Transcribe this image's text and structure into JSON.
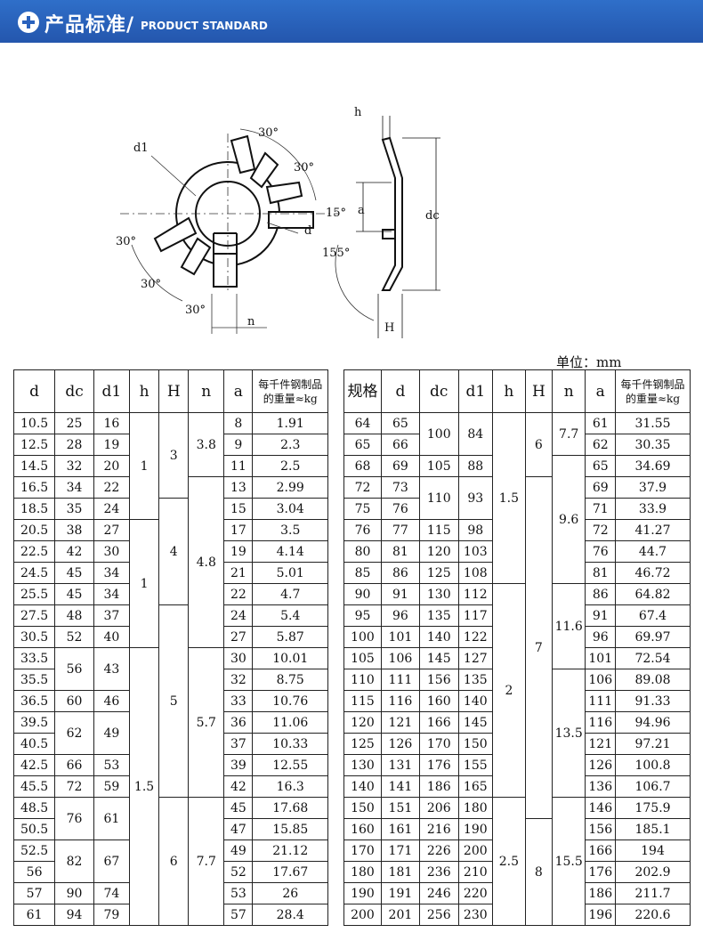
{
  "header": {
    "title_cn": "产品标准/",
    "title_en": "PRODUCT STANDARD"
  },
  "drawing": {
    "labels": {
      "d1": "d1",
      "d": "d",
      "a30_top": "30°",
      "a30_right": "30°",
      "a15": "15°",
      "a30_left": "30°",
      "a30_bottom_left": "30°",
      "a30_bottom": "30°",
      "n": "n",
      "h": "h",
      "a": "a",
      "dc": "dc",
      "a155": "155°",
      "H": "H"
    }
  },
  "unit_label": "单位：mm",
  "left_table": {
    "headers": [
      "d",
      "dc",
      "d1",
      "h",
      "H",
      "n",
      "a",
      "每千件钢制品\n的重量≈kg"
    ],
    "d": [
      "10.5",
      "12.5",
      "14.5",
      "16.5",
      "18.5",
      "20.5",
      "22.5",
      "24.5",
      "25.5",
      "27.5",
      "30.5",
      "33.5",
      "35.5",
      "36.5",
      "39.5",
      "40.5",
      "42.5",
      "45.5",
      "48.5",
      "50.5",
      "52.5",
      "56",
      "57",
      "61"
    ],
    "a": [
      "8",
      "9",
      "11",
      "13",
      "15",
      "17",
      "19",
      "21",
      "22",
      "24",
      "27",
      "30",
      "32",
      "33",
      "36",
      "37",
      "39",
      "42",
      "45",
      "47",
      "49",
      "52",
      "53",
      "57"
    ],
    "weight": [
      "1.91",
      "2.3",
      "2.5",
      "2.99",
      "3.04",
      "3.5",
      "4.14",
      "5.01",
      "4.7",
      "5.4",
      "5.87",
      "10.01",
      "8.75",
      "10.76",
      "11.06",
      "10.33",
      "12.55",
      "16.3",
      "17.68",
      "15.85",
      "21.12",
      "17.67",
      "26",
      "28.4"
    ],
    "dc_groups": [
      [
        "25",
        1
      ],
      [
        "28",
        1
      ],
      [
        "32",
        1
      ],
      [
        "34",
        1
      ],
      [
        "35",
        1
      ],
      [
        "38",
        1
      ],
      [
        "42",
        1
      ],
      [
        "45",
        1
      ],
      [
        "45",
        1
      ],
      [
        "48",
        1
      ],
      [
        "52",
        1
      ],
      [
        "56",
        2
      ],
      [
        "60",
        1
      ],
      [
        "62",
        2
      ],
      [
        "66",
        1
      ],
      [
        "72",
        1
      ],
      [
        "76",
        2
      ],
      [
        "82",
        2
      ],
      [
        "90",
        1
      ],
      [
        "94",
        1
      ]
    ],
    "d1_groups": [
      [
        "16",
        1
      ],
      [
        "19",
        1
      ],
      [
        "20",
        1
      ],
      [
        "22",
        1
      ],
      [
        "24",
        1
      ],
      [
        "27",
        1
      ],
      [
        "30",
        1
      ],
      [
        "34",
        1
      ],
      [
        "34",
        1
      ],
      [
        "37",
        1
      ],
      [
        "40",
        1
      ],
      [
        "43",
        2
      ],
      [
        "46",
        1
      ],
      [
        "49",
        2
      ],
      [
        "53",
        1
      ],
      [
        "59",
        1
      ],
      [
        "61",
        2
      ],
      [
        "67",
        2
      ],
      [
        "74",
        1
      ],
      [
        "79",
        1
      ]
    ],
    "h_groups": [
      [
        "1",
        5
      ],
      [
        "1",
        6
      ],
      [
        "1.5",
        13
      ]
    ],
    "H_groups": [
      [
        "3",
        4
      ],
      [
        "4",
        5
      ],
      [
        "5",
        9
      ],
      [
        "6",
        6
      ]
    ],
    "n_groups": [
      [
        "3.8",
        3
      ],
      [
        "4.8",
        8
      ],
      [
        "5.7",
        7
      ],
      [
        "7.7",
        6
      ]
    ]
  },
  "right_table": {
    "headers": [
      "规格",
      "d",
      "dc",
      "d1",
      "h",
      "H",
      "n",
      "a",
      "每千件钢制品\n的重量≈kg"
    ],
    "spec": [
      "64",
      "65",
      "68",
      "72",
      "75",
      "76",
      "80",
      "85",
      "90",
      "95",
      "100",
      "105",
      "110",
      "115",
      "120",
      "125",
      "130",
      "140",
      "150",
      "160",
      "170",
      "180",
      "190",
      "200"
    ],
    "d": [
      "65",
      "66",
      "69",
      "73",
      "76",
      "77",
      "81",
      "86",
      "91",
      "96",
      "101",
      "106",
      "111",
      "116",
      "121",
      "126",
      "131",
      "141",
      "151",
      "161",
      "171",
      "181",
      "191",
      "201"
    ],
    "a": [
      "61",
      "62",
      "65",
      "69",
      "71",
      "72",
      "76",
      "81",
      "86",
      "91",
      "96",
      "101",
      "106",
      "111",
      "116",
      "121",
      "126",
      "136",
      "146",
      "156",
      "166",
      "176",
      "186",
      "196"
    ],
    "weight": [
      "31.55",
      "30.35",
      "34.69",
      "37.9",
      "33.9",
      "41.27",
      "44.7",
      "46.72",
      "64.82",
      "67.4",
      "69.97",
      "72.54",
      "89.08",
      "91.33",
      "94.96",
      "97.21",
      "100.8",
      "106.7",
      "175.9",
      "185.1",
      "194",
      "202.9",
      "211.7",
      "220.6"
    ],
    "dc_groups": [
      [
        "100",
        2
      ],
      [
        "105",
        1
      ],
      [
        "110",
        2
      ],
      [
        "115",
        1
      ],
      [
        "120",
        1
      ],
      [
        "125",
        1
      ],
      [
        "130",
        1
      ],
      [
        "135",
        1
      ],
      [
        "140",
        1
      ],
      [
        "145",
        1
      ],
      [
        "156",
        1
      ],
      [
        "160",
        1
      ],
      [
        "166",
        1
      ],
      [
        "170",
        1
      ],
      [
        "176",
        1
      ],
      [
        "186",
        1
      ],
      [
        "206",
        1
      ],
      [
        "216",
        1
      ],
      [
        "226",
        1
      ],
      [
        "236",
        1
      ],
      [
        "246",
        1
      ],
      [
        "256",
        1
      ]
    ],
    "d1_groups": [
      [
        "84",
        2
      ],
      [
        "88",
        1
      ],
      [
        "93",
        2
      ],
      [
        "98",
        1
      ],
      [
        "103",
        1
      ],
      [
        "108",
        1
      ],
      [
        "112",
        1
      ],
      [
        "117",
        1
      ],
      [
        "122",
        1
      ],
      [
        "127",
        1
      ],
      [
        "135",
        1
      ],
      [
        "140",
        1
      ],
      [
        "145",
        1
      ],
      [
        "150",
        1
      ],
      [
        "155",
        1
      ],
      [
        "165",
        1
      ],
      [
        "180",
        1
      ],
      [
        "190",
        1
      ],
      [
        "200",
        1
      ],
      [
        "210",
        1
      ],
      [
        "220",
        1
      ],
      [
        "230",
        1
      ]
    ],
    "h_groups": [
      [
        "1.5",
        8
      ],
      [
        "2",
        10
      ],
      [
        "2.5",
        6
      ]
    ],
    "H_groups": [
      [
        "6",
        3
      ],
      [
        "7",
        16
      ],
      [
        "8",
        5
      ]
    ],
    "n_groups": [
      [
        "7.7",
        2
      ],
      [
        "9.6",
        6
      ],
      [
        "11.6",
        4
      ],
      [
        "13.5",
        6
      ],
      [
        "15.5",
        6
      ]
    ]
  }
}
